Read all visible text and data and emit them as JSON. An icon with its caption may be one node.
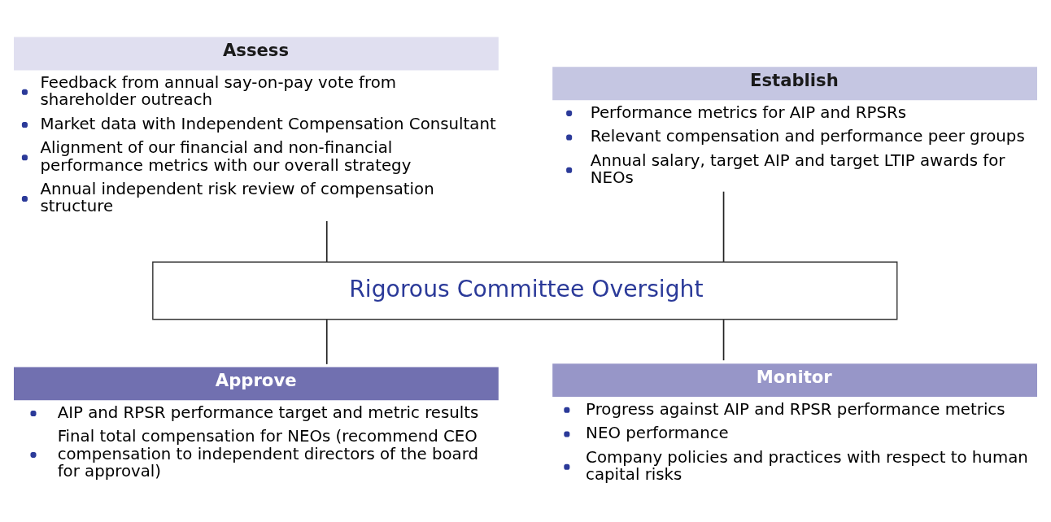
{
  "diagram": {
    "nodes": [
      {
        "text": [
          "Assess",
          "Feedback from annual say-on-pay vote from shareholder outreach",
          "Market data with Independent Compensation Consultant",
          "Alignment of our financial and non-financial performance metrics with our overall strategy",
          "Annual independent risk review of compensation structure"
        ]
      },
      {
        "text": [
          "Establish",
          "Performance metrics for AIP and RPSRs",
          "Relevant compensation and performance peer groups",
          "Annual salary, target AIP and target LTIP awards for NEOs"
        ]
      },
      {
        "text": [
          "Rigorous Committee Oversight"
        ]
      },
      {
        "text": [
          "Approve",
          "AIP and RPSR performance target and metric results",
          "Final total compensation for NEOs (recommend CEO compensation to independent directors of the board for approval)"
        ]
      },
      {
        "text": [
          "Monitor",
          "Progress against AIP and RPSR performance metrics",
          "NEO performance",
          "Company policies and practices with respect to human capital risks"
        ]
      }
    ],
    "edges": [
      {
        "from": 0,
        "to": 2,
        "arrow": "none"
      },
      {
        "from": 1,
        "to": 2,
        "arrow": "none"
      },
      {
        "from": 2,
        "to": 3,
        "arrow": "none"
      },
      {
        "from": 2,
        "to": 4,
        "arrow": "none"
      }
    ]
  }
}
